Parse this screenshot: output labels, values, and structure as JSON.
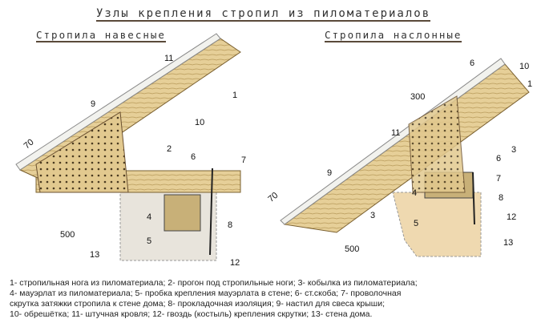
{
  "title": "Узлы крепления стропил из пиломатериалов",
  "left_title": "Стропила навесные",
  "right_title": "Стропила наслонные",
  "left_labels": [
    "11",
    "1",
    "9",
    "10",
    "2",
    "6",
    "7",
    "4",
    "8",
    "5",
    "13",
    "12",
    "70",
    "500"
  ],
  "right_labels": [
    "6",
    "10",
    "1",
    "300",
    "11",
    "3",
    "6",
    "9",
    "7",
    "4",
    "8",
    "70",
    "3",
    "12",
    "5",
    "500",
    "13"
  ],
  "legend": [
    "1- стропильная нога из пиломатериала;  2- прогон под стропильные ноги;  3- кобылка из пиломатериала;",
    "4- мауэрлат из пиломатериала;  5- пробка крепления мауэрлата в стене;  6- ст.скоба;  7- проволочная",
    "скрутка затяжки стропила к стене дома;  8- прокладочная изоляция;  9- настил для свеса крыши;",
    "10- обрешётка;  11- штучная кровля;  12- гвоздь (костыль) крепления скрутки;  13- стена дома."
  ],
  "colors": {
    "wood": "#e2c98f",
    "wall": "#e8e4dc",
    "wall_right": "#efd9b0",
    "roof": "#f2f2ee"
  }
}
